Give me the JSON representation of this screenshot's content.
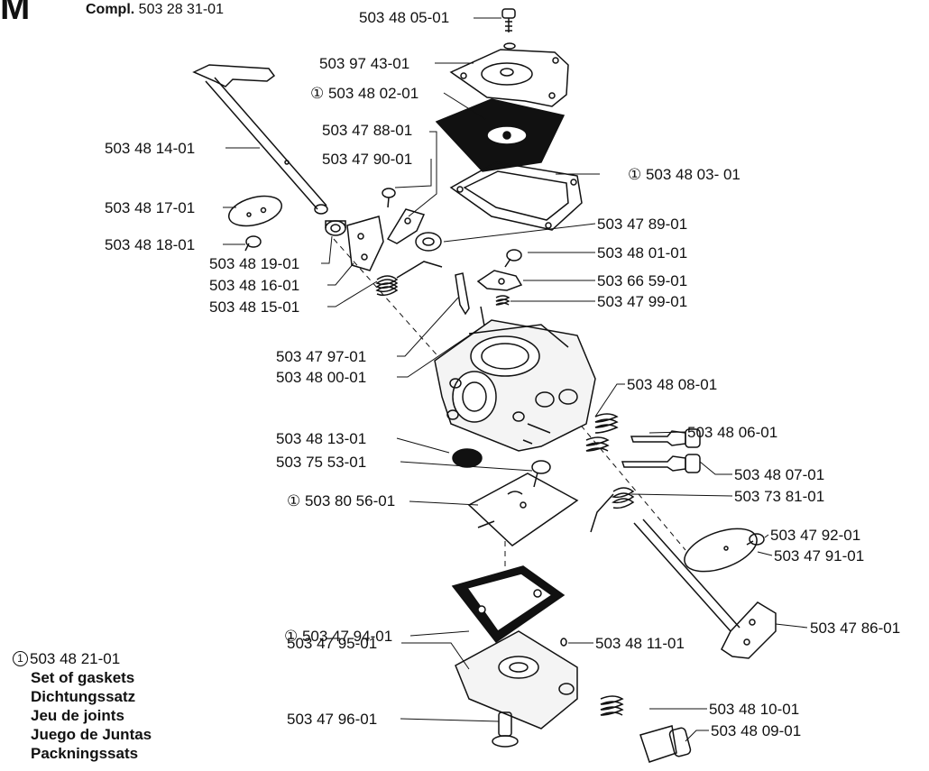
{
  "header": {
    "letter": "M",
    "compl_label": "Compl.",
    "compl_number": "503 28 31-01"
  },
  "kit": {
    "marker": "1",
    "number": "503 48 21-01",
    "lines": [
      "Set of gaskets",
      "Dichtungssatz",
      "Jeu de joints",
      "Juego de Juntas",
      "Packningssats"
    ]
  },
  "parts": [
    {
      "number": "503 48 05-01",
      "gasket_kit": false
    },
    {
      "number": "503 97 43-01",
      "gasket_kit": false
    },
    {
      "number": "503 48 02-01",
      "gasket_kit": true
    },
    {
      "number": "503 47 88-01",
      "gasket_kit": false
    },
    {
      "number": "503 48 14-01",
      "gasket_kit": false
    },
    {
      "number": "503 47 90-01",
      "gasket_kit": false
    },
    {
      "number": "503 48 03- 01",
      "gasket_kit": true
    },
    {
      "number": "503 48 17-01",
      "gasket_kit": false
    },
    {
      "number": "503 47 89-01",
      "gasket_kit": false
    },
    {
      "number": "503 48 18-01",
      "gasket_kit": false
    },
    {
      "number": "503 48 01-01",
      "gasket_kit": false
    },
    {
      "number": "503 48 19-01",
      "gasket_kit": false
    },
    {
      "number": "503 66 59-01",
      "gasket_kit": false
    },
    {
      "number": "503 48 16-01",
      "gasket_kit": false
    },
    {
      "number": "503 47 99-01",
      "gasket_kit": false
    },
    {
      "number": "503 48 15-01",
      "gasket_kit": false
    },
    {
      "number": "503 47 97-01",
      "gasket_kit": false
    },
    {
      "number": "503 48 00-01",
      "gasket_kit": false
    },
    {
      "number": "503 48 08-01",
      "gasket_kit": false
    },
    {
      "number": "503 48 13-01",
      "gasket_kit": false
    },
    {
      "number": "503 48 06-01",
      "gasket_kit": false
    },
    {
      "number": "503 75 53-01",
      "gasket_kit": false
    },
    {
      "number": "503 48 07-01",
      "gasket_kit": false
    },
    {
      "number": "503 80 56-01",
      "gasket_kit": true
    },
    {
      "number": "503 73 81-01",
      "gasket_kit": false
    },
    {
      "number": "503 47 92-01",
      "gasket_kit": false
    },
    {
      "number": "503 47 91-01",
      "gasket_kit": false
    },
    {
      "number": "503 47 94-01",
      "gasket_kit": true
    },
    {
      "number": "503 47 86-01",
      "gasket_kit": false
    },
    {
      "number": "503 47 95-01",
      "gasket_kit": false
    },
    {
      "number": "503 48 11-01",
      "gasket_kit": false
    },
    {
      "number": "503 48 10-01",
      "gasket_kit": false
    },
    {
      "number": "503 47 96-01",
      "gasket_kit": false
    },
    {
      "number": "503 48 09-01",
      "gasket_kit": false
    }
  ]
}
